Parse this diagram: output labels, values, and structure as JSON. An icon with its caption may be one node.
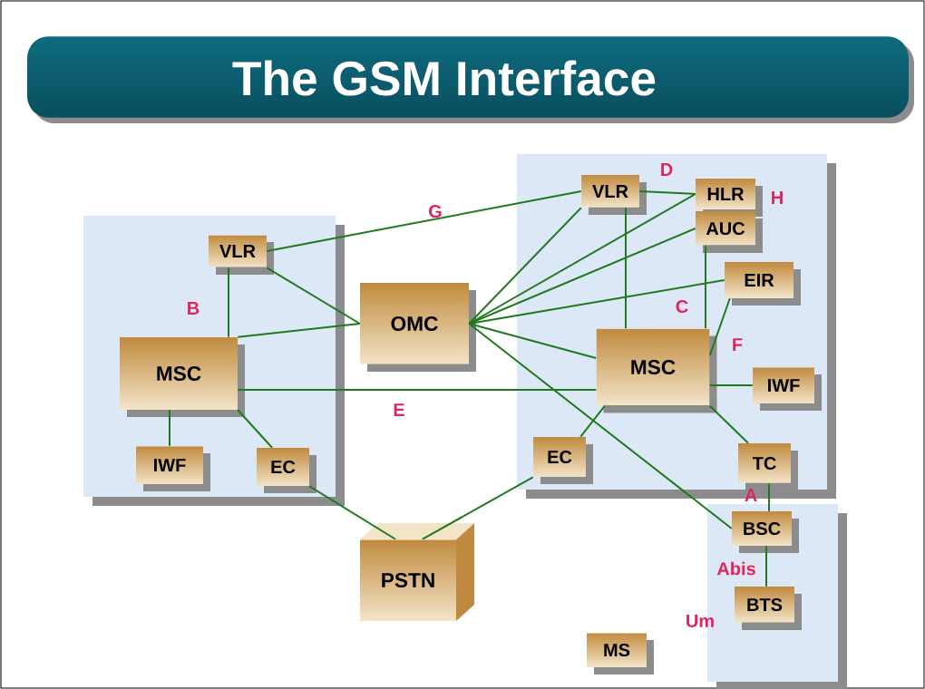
{
  "diagram": {
    "title": "The GSM Interface",
    "nodes": [
      {
        "text": [],
        "shape": "box"
      },
      {
        "text": [],
        "shape": "box"
      },
      {
        "text": [],
        "shape": "box"
      },
      {
        "text": [
          "VLR"
        ],
        "in": 0
      },
      {
        "text": [
          "MSC"
        ],
        "in": 0
      },
      {
        "text": [
          "IWF"
        ],
        "in": 0
      },
      {
        "text": [
          "EC"
        ],
        "in": 0
      },
      {
        "text": [
          "OMC"
        ]
      },
      {
        "text": [
          "PSTN"
        ]
      },
      {
        "text": [
          "VLR"
        ],
        "in": 1
      },
      {
        "text": [
          "HLR"
        ],
        "in": 1
      },
      {
        "text": [
          "AUC"
        ],
        "in": 1
      },
      {
        "text": [
          "EIR"
        ],
        "in": 1
      },
      {
        "text": [
          "MSC"
        ],
        "in": 1
      },
      {
        "text": [
          "IWF"
        ],
        "in": 1
      },
      {
        "text": [
          "EC"
        ],
        "in": 1
      },
      {
        "text": [
          "TC"
        ],
        "in": 1
      },
      {
        "text": [
          "BSC"
        ],
        "in": 2
      },
      {
        "text": [
          "BTS"
        ],
        "in": 2
      },
      {
        "text": [
          "MS"
        ]
      }
    ],
    "edges": [
      {
        "from": 3,
        "to": 4,
        "arrow": "none",
        "label": "B"
      },
      {
        "from": 3,
        "to": 9,
        "arrow": "none",
        "label": "G"
      },
      {
        "from": 3,
        "to": 7,
        "arrow": "none"
      },
      {
        "from": 4,
        "to": 7,
        "arrow": "none"
      },
      {
        "from": 4,
        "to": 13,
        "arrow": "none",
        "label": "E"
      },
      {
        "from": 4,
        "to": 5,
        "arrow": "none"
      },
      {
        "from": 4,
        "to": 6,
        "arrow": "none"
      },
      {
        "from": 6,
        "to": 8,
        "arrow": "none"
      },
      {
        "from": 15,
        "to": 8,
        "arrow": "none"
      },
      {
        "from": 7,
        "to": 9,
        "arrow": "none"
      },
      {
        "from": 7,
        "to": 10,
        "arrow": "none"
      },
      {
        "from": 7,
        "to": 11,
        "arrow": "none"
      },
      {
        "from": 7,
        "to": 12,
        "arrow": "none"
      },
      {
        "from": 7,
        "to": 13,
        "arrow": "none"
      },
      {
        "from": 7,
        "to": 17,
        "arrow": "none"
      },
      {
        "from": 9,
        "to": 10,
        "arrow": "none",
        "label": "D"
      },
      {
        "from": 9,
        "to": 13,
        "arrow": "none"
      },
      {
        "from": 11,
        "to": 13,
        "arrow": "none",
        "label": "C"
      },
      {
        "from": 12,
        "to": 13,
        "arrow": "none",
        "label": "F"
      },
      {
        "from": 13,
        "to": 14,
        "arrow": "none"
      },
      {
        "from": 13,
        "to": 16,
        "arrow": "none"
      },
      {
        "from": 13,
        "to": 15,
        "arrow": "none"
      },
      {
        "from": 16,
        "to": 17,
        "arrow": "none",
        "label": "A"
      },
      {
        "from": 17,
        "to": 18,
        "arrow": "none",
        "label": "Abis"
      }
    ],
    "labels": [
      "H",
      "Um"
    ]
  }
}
